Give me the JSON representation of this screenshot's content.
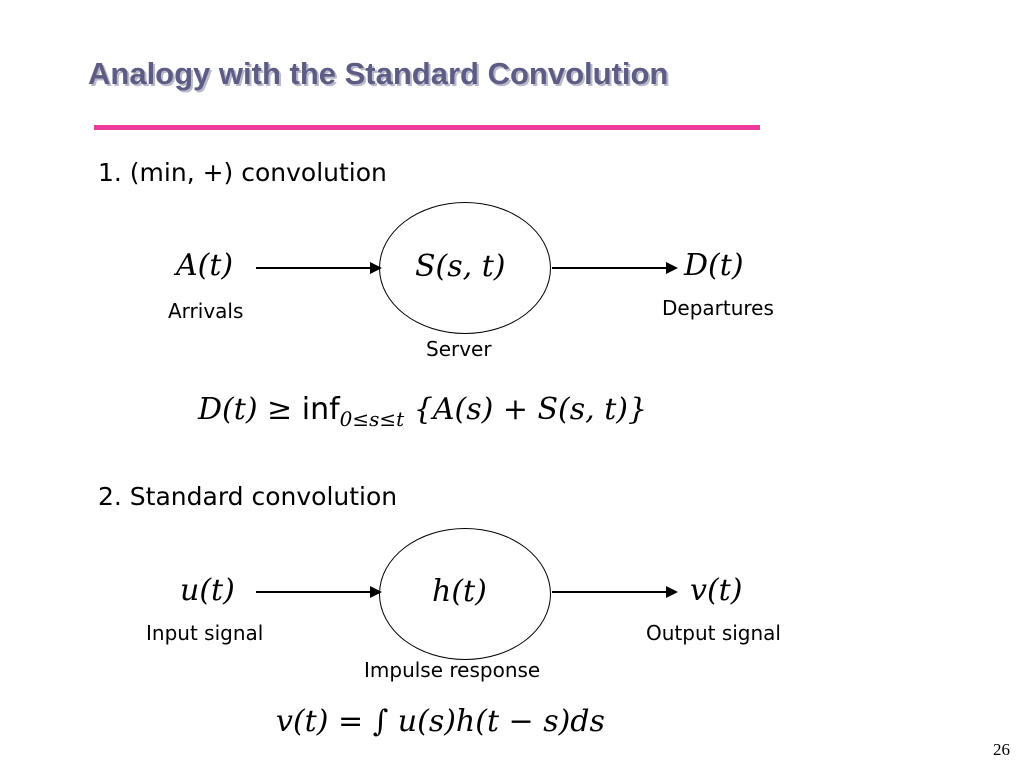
{
  "slide": {
    "title": "Analogy with the Standard Convolution",
    "page_number": "26",
    "accent_color": "#ee3a9c",
    "title_color": "#5c5c84"
  },
  "section1": {
    "heading": "1. (min, +) convolution",
    "input": "A(t)",
    "input_label": "Arrivals",
    "system": "S(s, t)",
    "system_label": "Server",
    "output": "D(t)",
    "output_label": "Departures",
    "formula_lhs": "D(t) ≥ ",
    "formula_op": "inf",
    "formula_sub": "0≤s≤t",
    "formula_rhs": " {A(s) + S(s, t)}"
  },
  "section2": {
    "heading": "2. Standard convolution",
    "input": "u(t)",
    "input_label": "Input signal",
    "system": "h(t)",
    "system_label": "Impulse response",
    "output": "v(t)",
    "output_label": "Output signal",
    "formula": "v(t) = ∫ u(s)h(t − s)ds"
  }
}
